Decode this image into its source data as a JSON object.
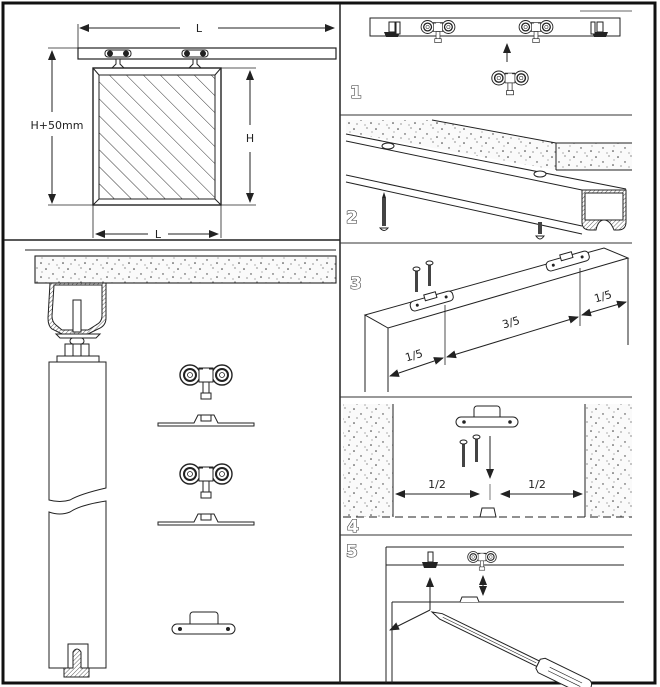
{
  "title": "Sliding door hardware installation diagram",
  "overview": {
    "dim_top_length": "L",
    "dim_door_height": "H",
    "dim_total_height": "H+50mm",
    "dim_door_width": "L"
  },
  "steps": [
    {
      "number": "1",
      "description": "Insert trolleys into track"
    },
    {
      "number": "2",
      "description": "Screw track to ceiling"
    },
    {
      "number": "3",
      "description": "Fix brackets on door top",
      "labels": [
        "1/5",
        "3/5",
        "1/5"
      ]
    },
    {
      "number": "4",
      "description": "Fix floor guide at centre",
      "labels": [
        "1/2",
        "1/2"
      ]
    },
    {
      "number": "5",
      "description": "Hang door and adjust height"
    }
  ],
  "colors": {
    "ink": "#222222",
    "paper": "#ffffff",
    "concrete": "#f4f4f4"
  }
}
